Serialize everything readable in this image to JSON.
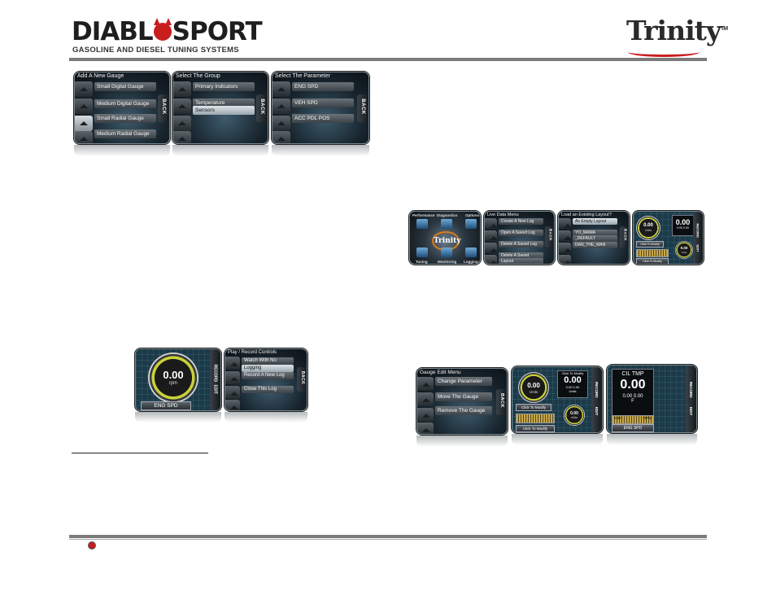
{
  "brand": {
    "diablo_left": "DIABL",
    "diablo_right": "SPORT",
    "tagline": "GASOLINE AND DIESEL TUNING SYSTEMS",
    "trinity": "Trinity",
    "trademark": "TM"
  },
  "add_gauge": {
    "title": "Add A New Gauge",
    "items": [
      "Small Digital Gauge",
      "Medium Digital Gauge",
      "Small Radial Gauge",
      "Medium Radial Gauge"
    ],
    "back": "BACK"
  },
  "select_group": {
    "title": "Select The Group",
    "items": [
      "Primary Indicators",
      "Temperature",
      "Sensors"
    ],
    "back": "BACK"
  },
  "select_param": {
    "title": "Select The Parameter",
    "items": [
      "ENG SPD",
      "VEH SPD",
      "ACC PDL POS"
    ],
    "back": "BACK"
  },
  "main_menu": {
    "top": [
      "Performance",
      "Diagnostics",
      "Options"
    ],
    "bottom": [
      "Tuning",
      "Monitoring",
      "Logging"
    ]
  },
  "live_data": {
    "title": "Live Data Menu",
    "items": [
      "Create A New Log",
      "Open A Saved Log",
      "Delete A Saved Log",
      "Delete A Saved",
      "Layout"
    ],
    "back": "BACK"
  },
  "load_layout": {
    "title": "Load an Existing Layout?",
    "items": [
      "An Empty Layout",
      "YO_MAMA",
      "_DEFAULT",
      "DAN_THE_MAN"
    ],
    "back": "BACK"
  },
  "gauge_screen_small": {
    "value": "0.00",
    "unit": "Units",
    "digital_value": "0.00",
    "sub": "0.00  0.00",
    "modify": "Click To Modify",
    "record": "RECORD",
    "edit": "EDIT"
  },
  "rpm_gauge": {
    "value": "0.00",
    "unit": "rpm",
    "param": "ENG SPD",
    "record": "RECORD",
    "edit": "EDIT"
  },
  "play_record": {
    "title": "Play / Record Controls",
    "items": [
      "Watch With No",
      "Logging",
      "Record A New Log",
      "Close This Log"
    ],
    "back": "BACK"
  },
  "gauge_edit": {
    "title": "Gauge Edit Menu",
    "items": [
      "Change Parameter",
      "Move The Gauge",
      "Remove The Gauge"
    ],
    "back": "BACK"
  },
  "modify_screen": {
    "top_label": "Click To Modify",
    "value": "0.00",
    "unit": "Units",
    "digital": "0.00",
    "sub": "0.00  0.00",
    "sub2": "Units",
    "modify": "Click To Modify",
    "small_value": "0.00",
    "small_unit": "Units",
    "record": "RECORD",
    "edit": "EDIT"
  },
  "cil_screen": {
    "title": "CIL TMP",
    "value": "0.00",
    "sub": "0.00  0.00",
    "unit": "F",
    "strip_left": "0.00",
    "strip_right": "RPM",
    "param": "ENG SPD",
    "record": "RECORD",
    "edit": "EDIT"
  }
}
